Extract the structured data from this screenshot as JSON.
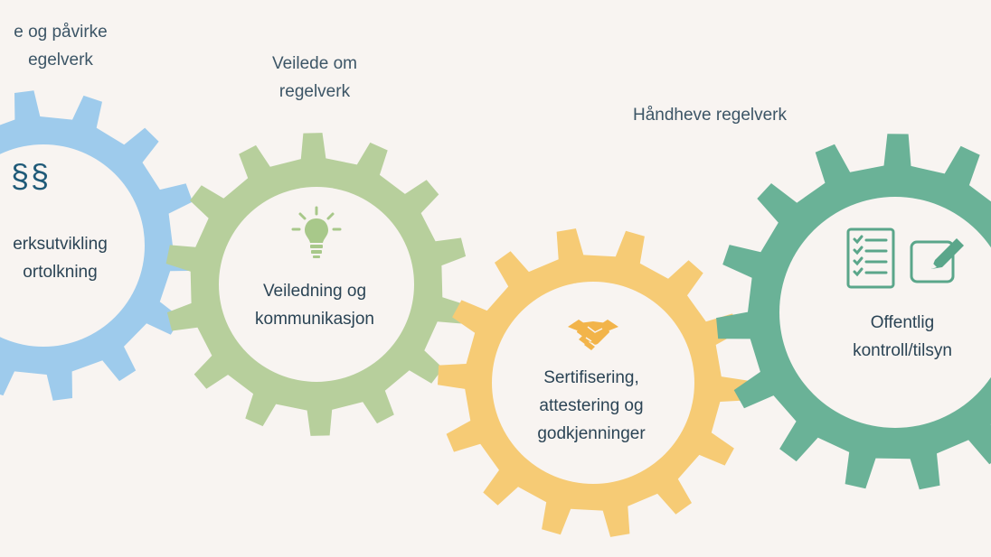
{
  "captions": {
    "blue": [
      "e og påvirke",
      "egelverk"
    ],
    "green": [
      "Veilede om",
      "regelverk"
    ],
    "teal": [
      "Håndheve regelverk"
    ]
  },
  "gears": {
    "blue": {
      "color": "#9ecbec",
      "label": [
        "erksutvikling",
        "ortolkning"
      ],
      "icon_text": "§§"
    },
    "green": {
      "color": "#b7cf9c",
      "label": [
        "Veiledning og",
        "kommunikasjon"
      ],
      "icon": "lightbulb-icon"
    },
    "yellow": {
      "color": "#f6cb75",
      "label": [
        "Sertifisering,",
        "attestering og",
        "godkjenninger"
      ],
      "icon": "handshake-icon"
    },
    "teal": {
      "color": "#6ab297",
      "label": [
        "Offentlig",
        "kontroll/tilsyn"
      ],
      "icons": [
        "checklist-icon",
        "edit-icon"
      ]
    }
  },
  "colors": {
    "background": "#f8f4f1",
    "icon_green": "#a8c88a",
    "icon_yellow": "#f2b44a",
    "icon_teal": "#5aa68a",
    "icon_blue": "#1f5a78"
  }
}
